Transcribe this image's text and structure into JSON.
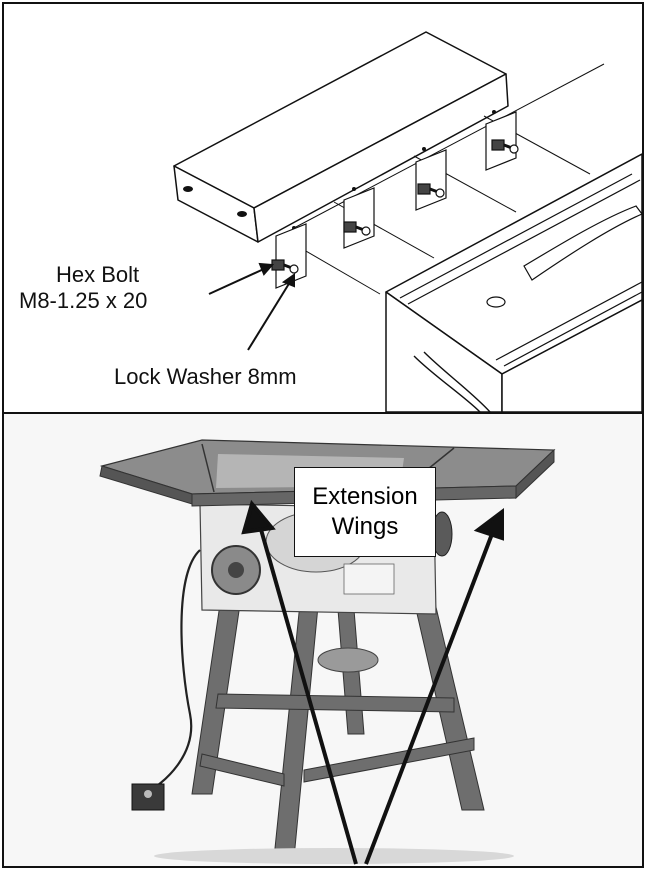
{
  "top_panel": {
    "hex_bolt_label": "Hex Bolt",
    "hex_bolt_spec": "M8-1.25 x 20",
    "lock_washer_label": "Lock Washer 8mm"
  },
  "bottom_panel": {
    "callout_line1": "Extension",
    "callout_line2": "Wings"
  }
}
